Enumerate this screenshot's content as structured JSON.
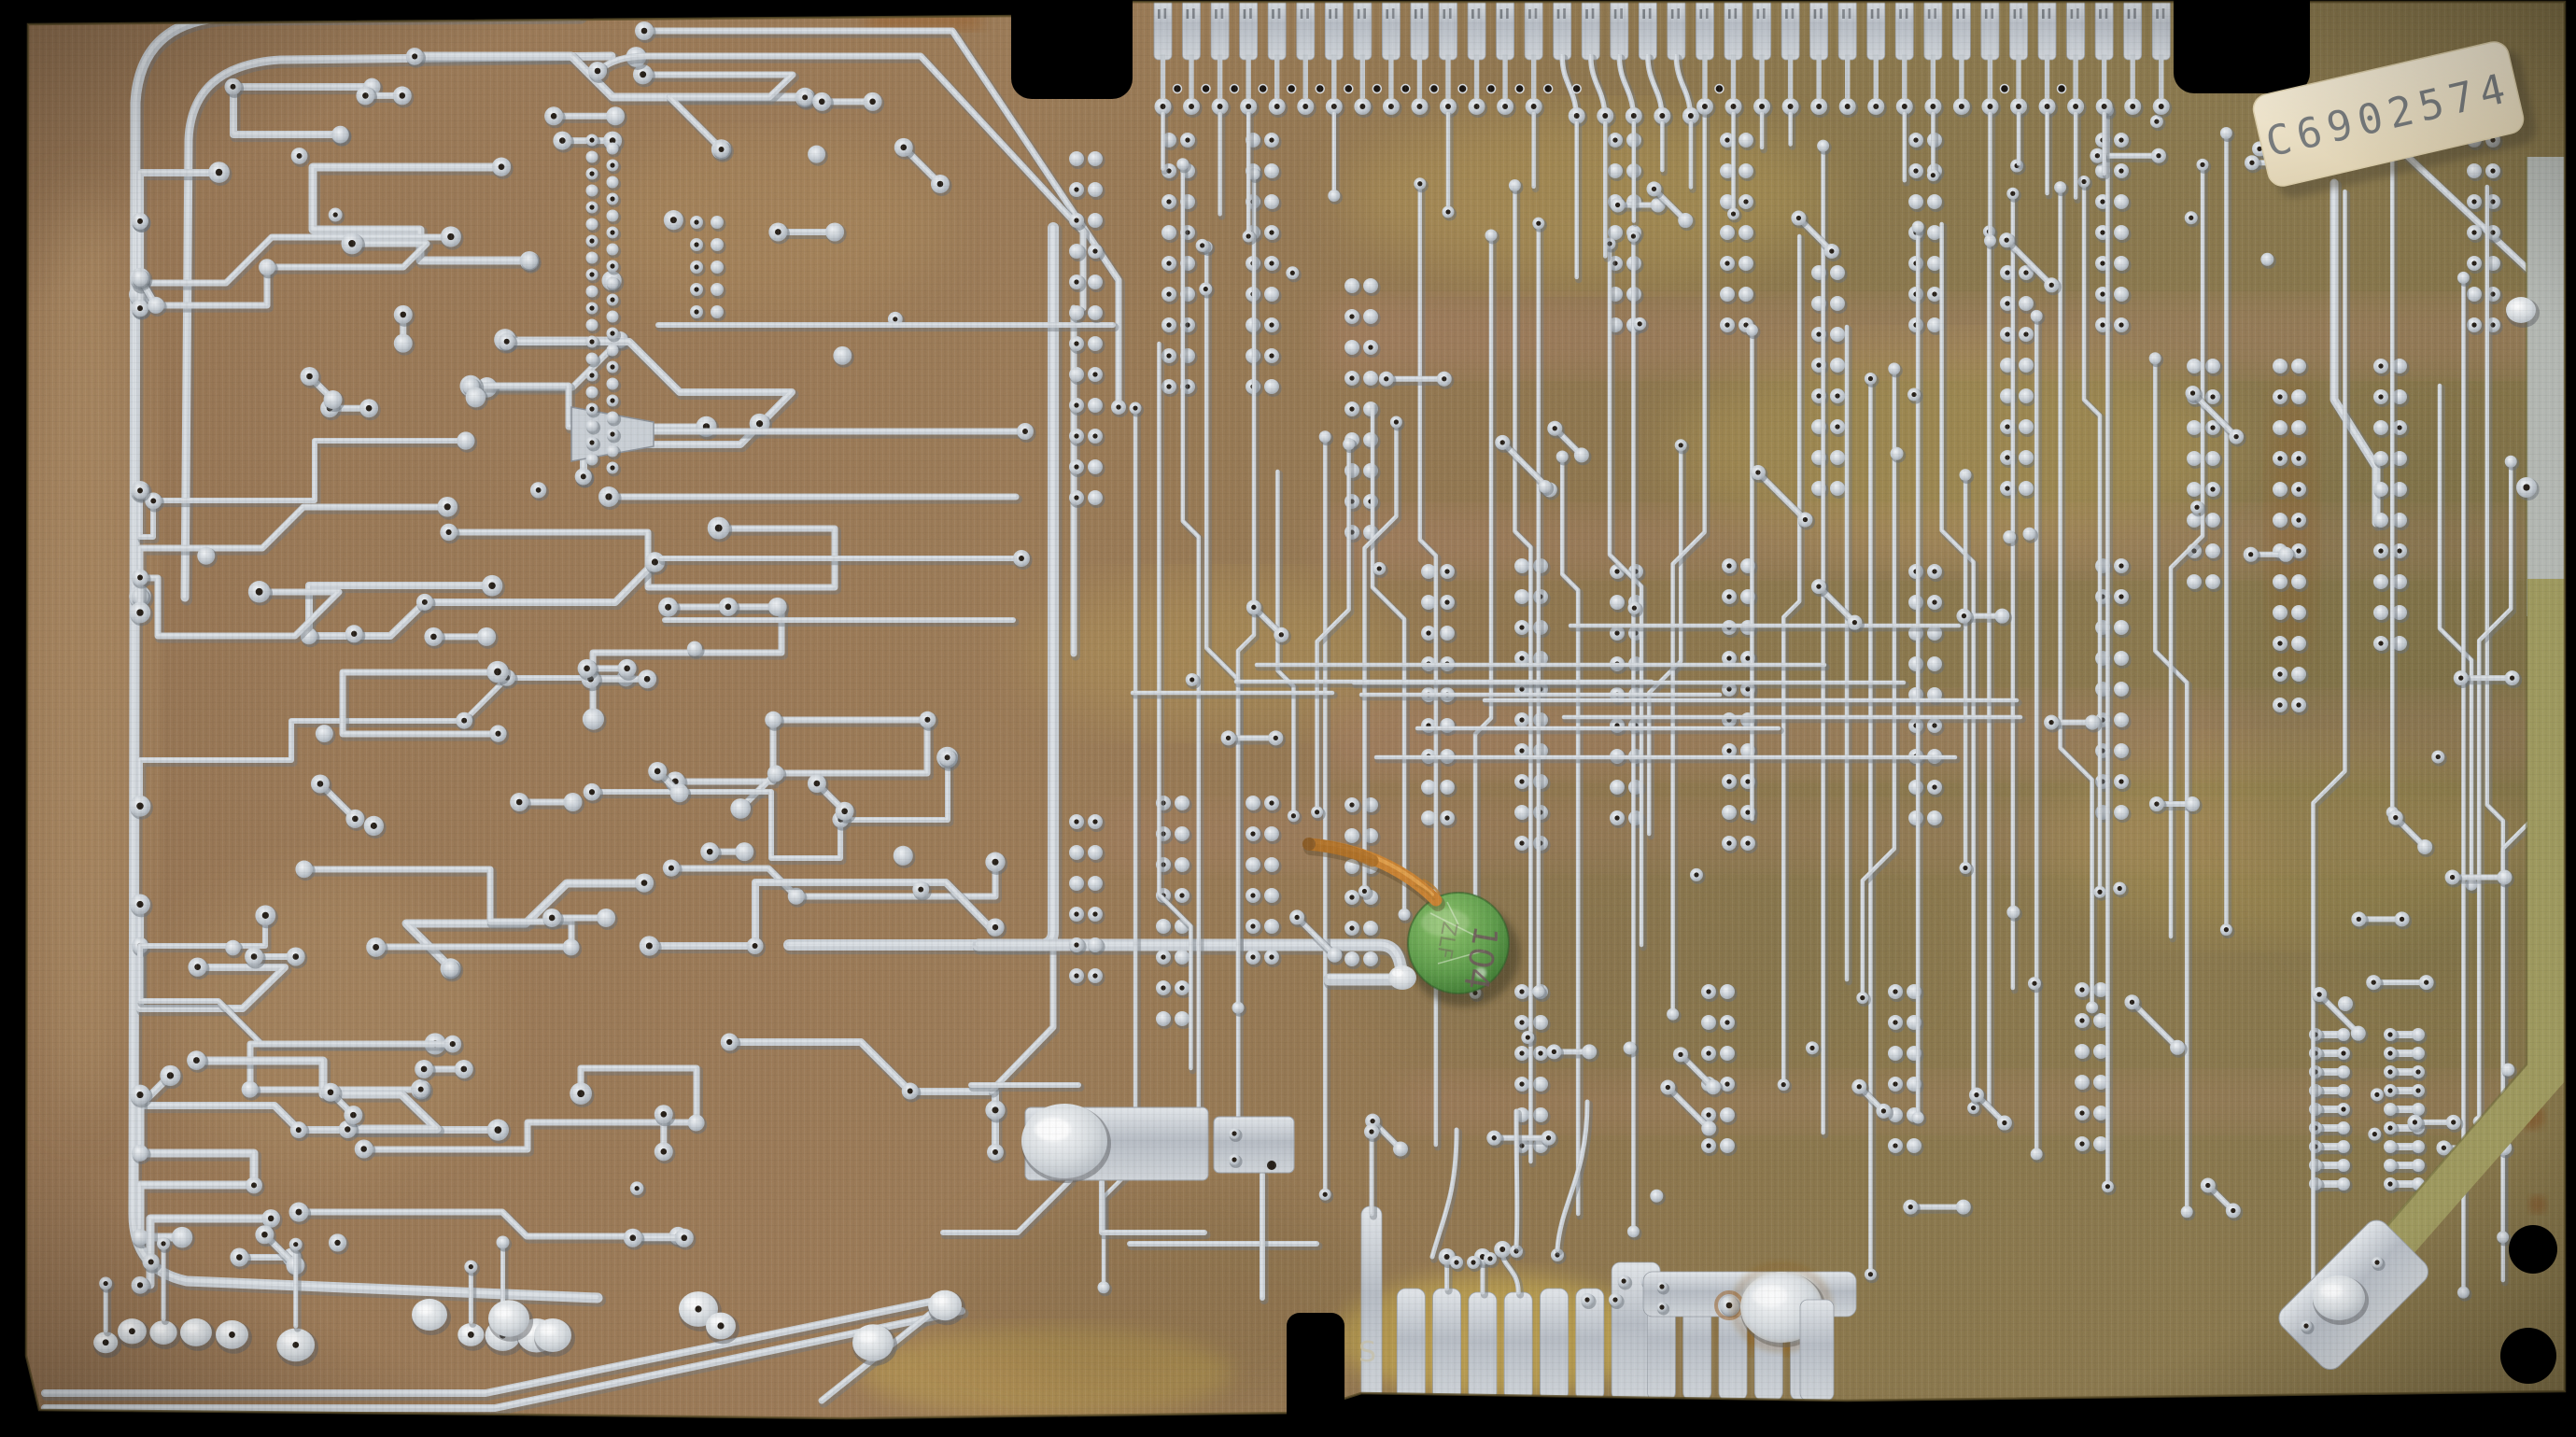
{
  "image": {
    "type": "scanned-photo",
    "subject": "Solder side (underside) of a vintage printed circuit board on a black scanner background",
    "orientation": "landscape"
  },
  "board": {
    "background_color": "#000000",
    "substrate_color": "#8f7a4e",
    "substrate_warm_color": "#a3765a",
    "trace_color": "#c9cfd5",
    "bare_copper_strip_color": "#9d985c",
    "serial_sticker": {
      "text": "C6902574",
      "label_color": "#eadfc5",
      "ink_color": "#5f666e"
    },
    "capacitor": {
      "marking": "104",
      "side_marking": "ZLF",
      "body_color": "#559343",
      "wire_color": "#c9812f"
    },
    "etched_letter": "S",
    "top_connector": {
      "finger_count": 36
    },
    "bottom_connector": {
      "finger_count": 13
    }
  }
}
